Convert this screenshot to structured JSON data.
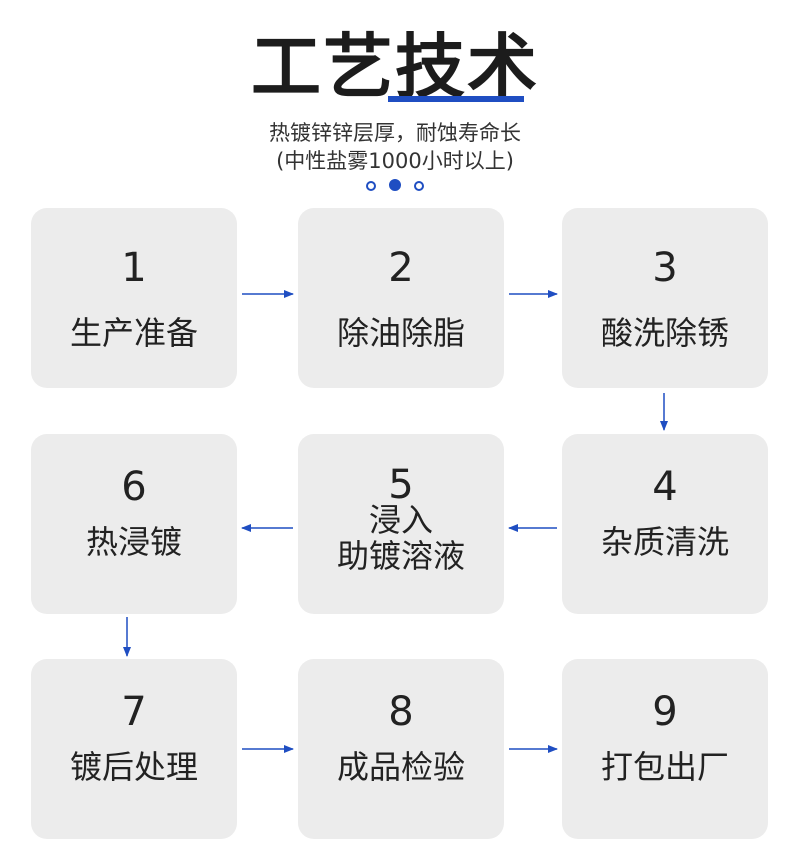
{
  "header": {
    "title": "工艺技术",
    "subtitle_line1": "热镀锌锌层厚，耐蚀寿命长",
    "subtitle_line2": "(中性盐雾1000小时以上)"
  },
  "colors": {
    "accent": "#1f4ec2",
    "box_bg": "#ececec"
  },
  "steps": [
    {
      "number": "1",
      "label": "生产准备"
    },
    {
      "number": "2",
      "label": "除油除脂"
    },
    {
      "number": "3",
      "label": "酸洗除锈"
    },
    {
      "number": "4",
      "label": "杂质清洗"
    },
    {
      "number": "5",
      "label_line1": "浸入",
      "label_line2": "助镀溶液"
    },
    {
      "number": "6",
      "label": "热浸镀"
    },
    {
      "number": "7",
      "label": "镀后处理"
    },
    {
      "number": "8",
      "label": "成品检验"
    },
    {
      "number": "9",
      "label": "打包出厂"
    }
  ]
}
